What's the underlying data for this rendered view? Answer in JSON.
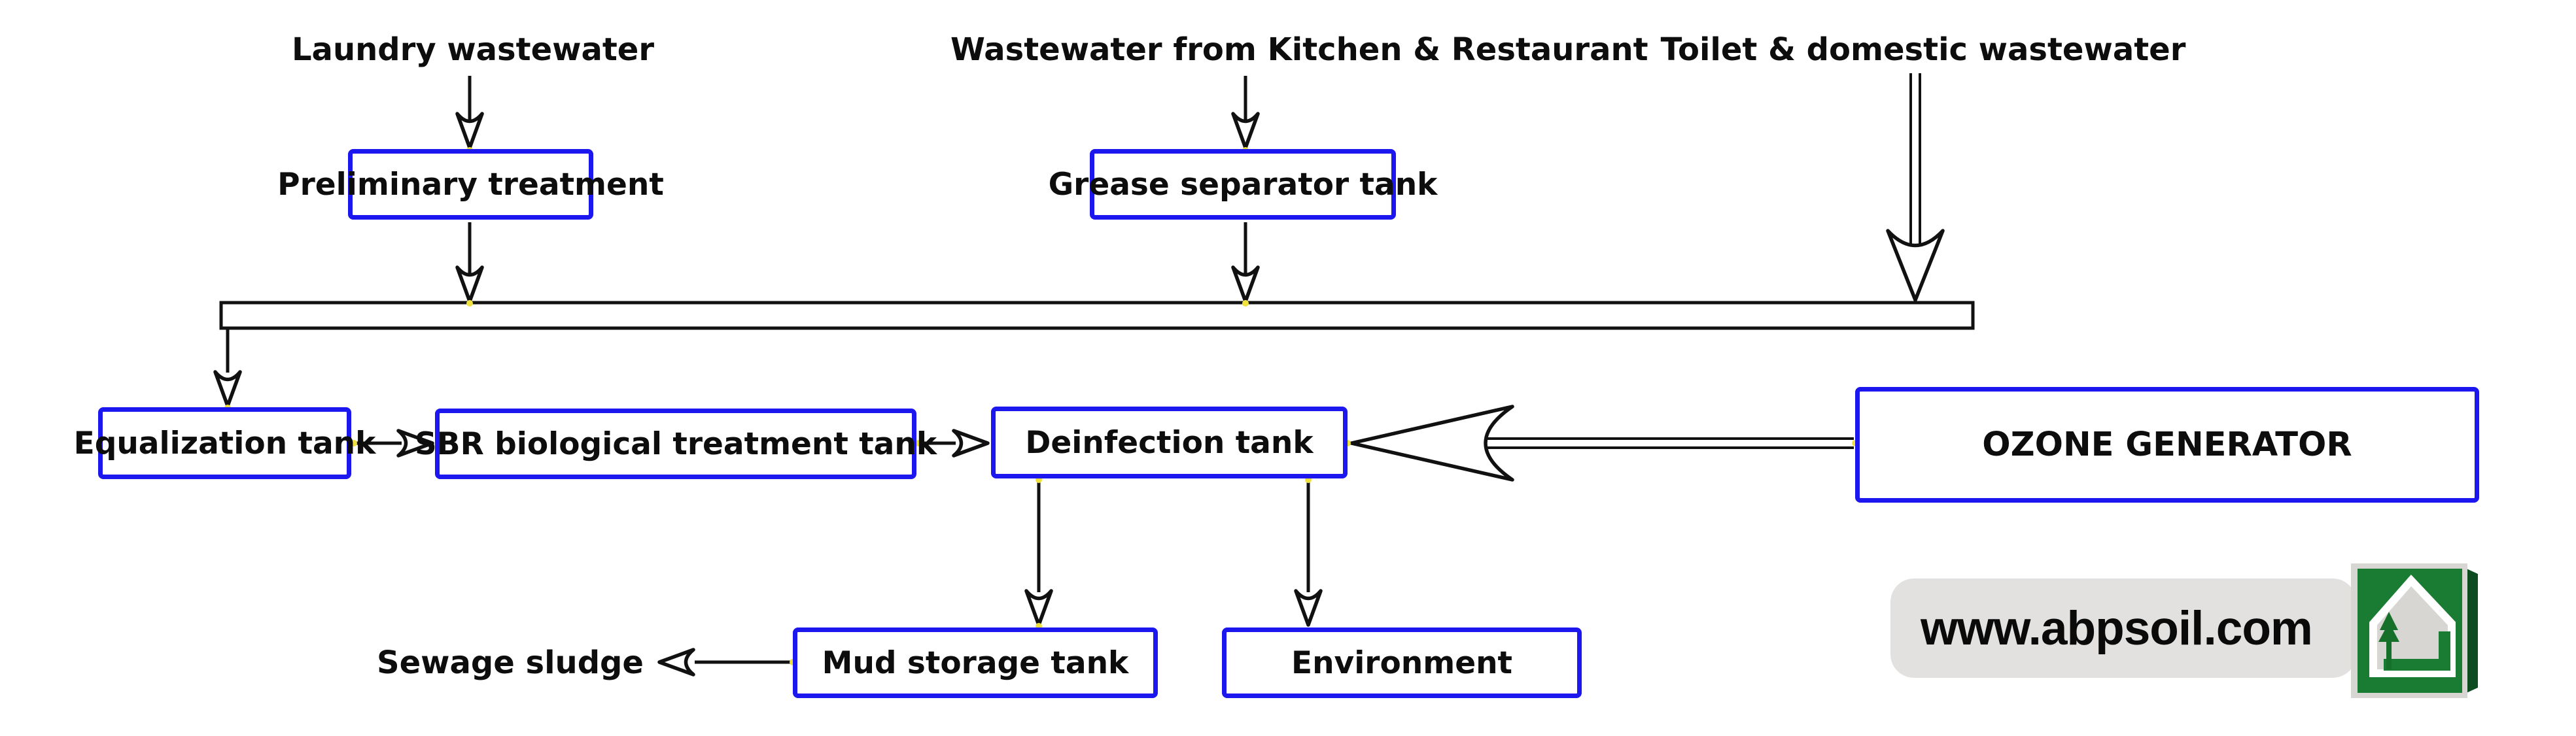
{
  "diagram": {
    "title_implicit": "Wastewater treatment process flow",
    "sources": [
      {
        "label": "Laundry wastewater"
      },
      {
        "label": "Wastewater from Kitchen & Restaurant"
      },
      {
        "label": "Toilet & domestic wastewater"
      }
    ],
    "nodes": {
      "preliminary": "Preliminary treatment",
      "grease": "Grease separator tank",
      "equalization": "Equalization tank",
      "sbr": "SBR biological treatment tank",
      "deinfection": "Deinfection tank",
      "ozone": "OZONE GENERATOR",
      "mud": "Mud storage tank",
      "environment": "Environment"
    },
    "outputs": {
      "sewage": "Sewage sludge"
    },
    "edges": [
      {
        "from": "Laundry wastewater",
        "to": "Preliminary treatment"
      },
      {
        "from": "Preliminary treatment",
        "to": "collector pipe"
      },
      {
        "from": "Wastewater from Kitchen & Restaurant",
        "to": "Grease separator tank"
      },
      {
        "from": "Grease separator tank",
        "to": "collector pipe"
      },
      {
        "from": "Toilet & domestic wastewater",
        "to": "collector pipe"
      },
      {
        "from": "collector pipe",
        "to": "Equalization tank"
      },
      {
        "from": "Equalization tank",
        "to": "SBR biological treatment tank"
      },
      {
        "from": "SBR biological treatment tank",
        "to": "Deinfection tank"
      },
      {
        "from": "OZONE GENERATOR",
        "to": "Deinfection tank"
      },
      {
        "from": "Deinfection tank",
        "to": "Mud storage tank"
      },
      {
        "from": "Deinfection tank",
        "to": "Environment"
      },
      {
        "from": "Mud storage tank",
        "to": "Sewage sludge"
      }
    ]
  },
  "watermark": {
    "url_text": "www.abpsoil.com"
  },
  "colors": {
    "box_border_blue": "#1c17ee",
    "line_black": "#111111",
    "junction_yellow": "#efe23e",
    "watermark_pill_gray": "#e3e1df",
    "logo_green": "#1a7c33",
    "logo_green_dark": "#0d4b20",
    "logo_frame_gray": "#d8d6d3"
  }
}
